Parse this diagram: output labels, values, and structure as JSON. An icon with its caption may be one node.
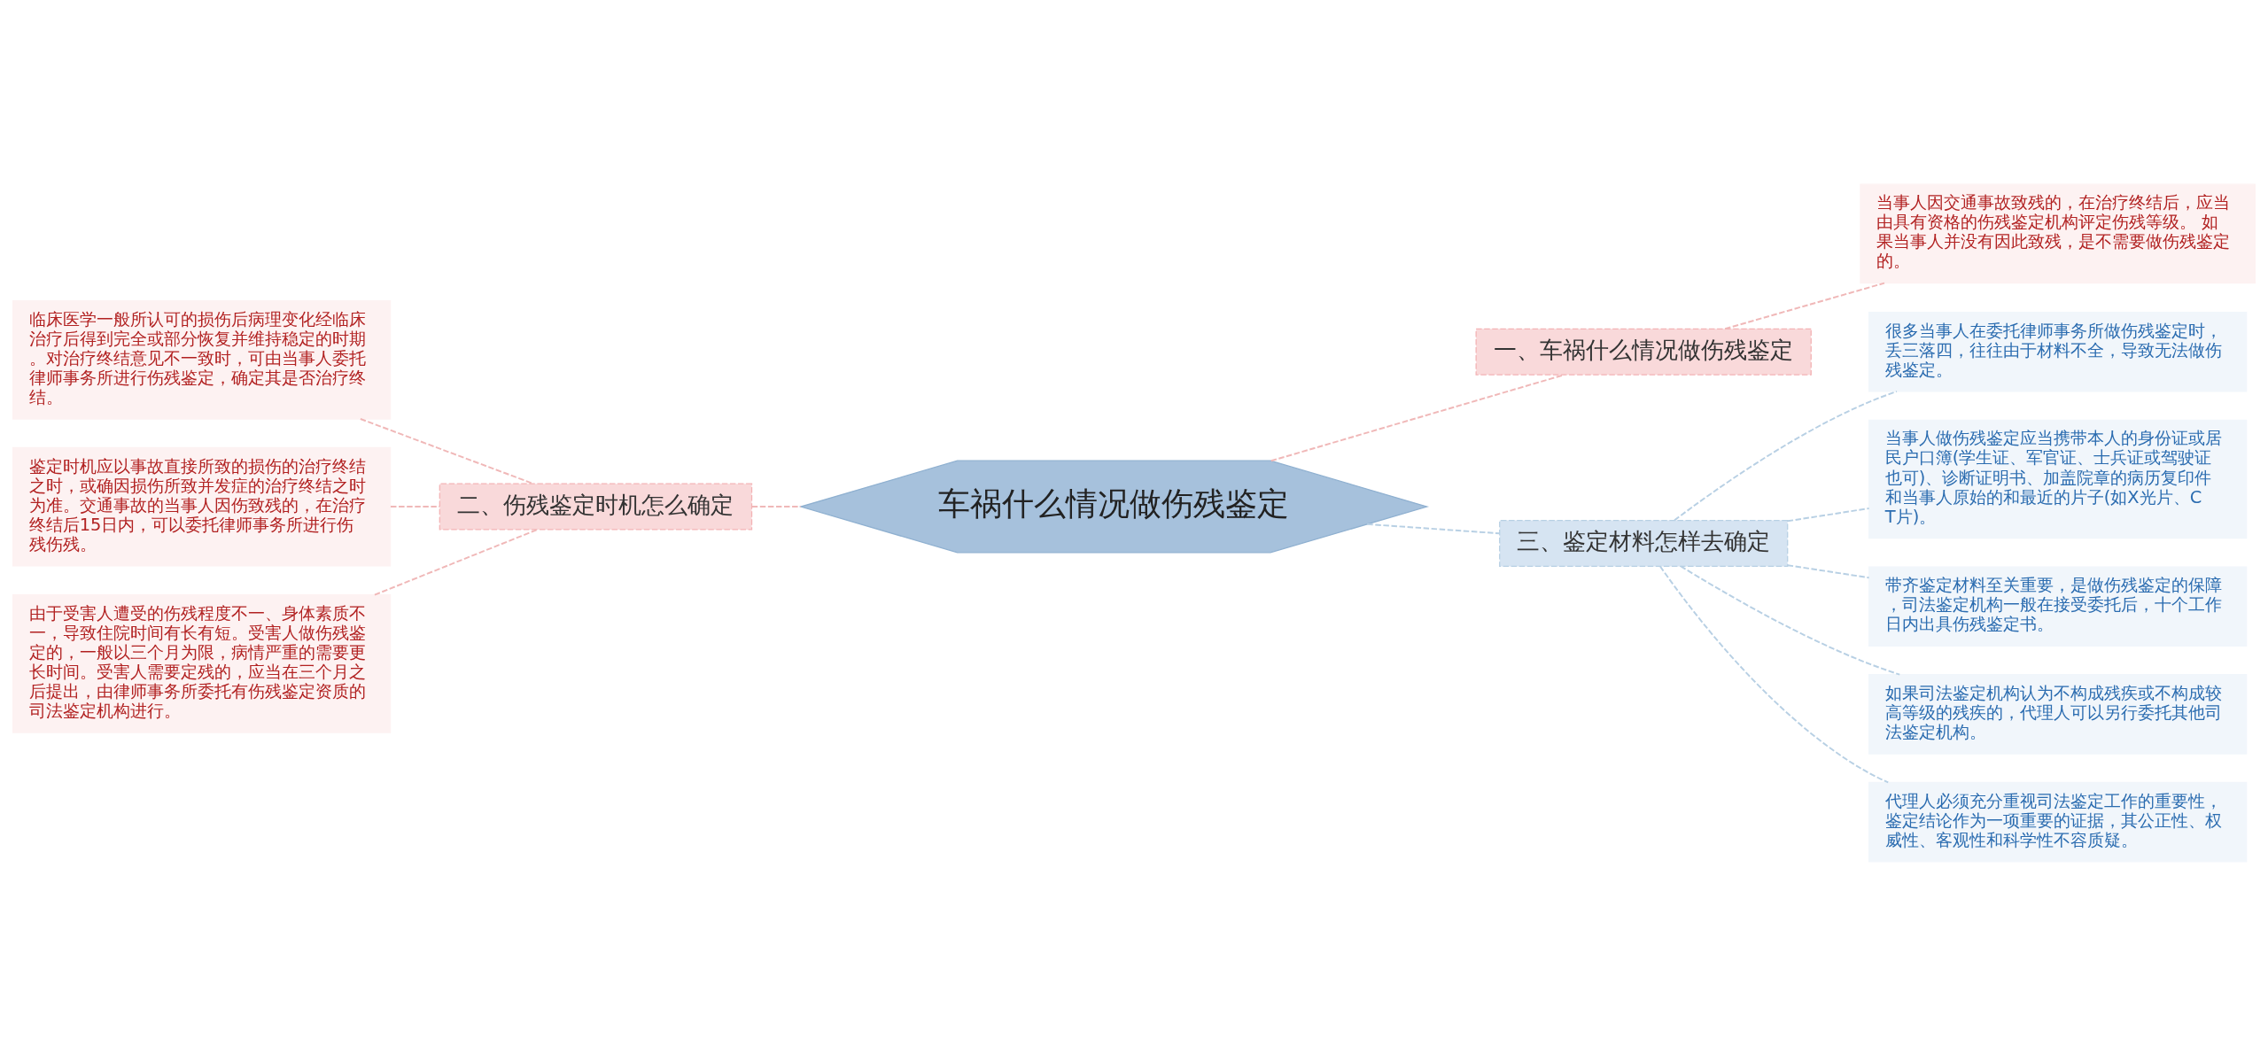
{
  "diagram": {
    "nodes": [
      {
        "text": [
          "车祸什么情况做伤残鉴定"
        ]
      },
      {
        "text": [
          "一、车祸什么情况做伤残鉴定"
        ]
      },
      {
        "text": [
          "当事人因交通事故致残的，在治疗终结后，应当由具有资格的伤残鉴定机构评定伤残等级。 如果当事人并没有因此致残，是不需要做伤残鉴定的。"
        ]
      },
      {
        "text": [
          "二、伤残鉴定时机怎么确定"
        ]
      },
      {
        "text": [
          "临床医学一般所认可的损伤后病理变化经临床治疗后得到完全或部分恢复并维持稳定的时期。对治疗终结意见不一致时，可由当事人委托律师事务所进行伤残鉴定，确定其是否治疗终结。"
        ]
      },
      {
        "text": [
          "鉴定时机应以事故直接所致的损伤的治疗终结之时，或确因损伤所致并发症的治疗终结之时为准。交通事故的当事人因伤致残的，在治疗终结后15日内，可以委托律师事务所进行伤残伤残。"
        ]
      },
      {
        "text": [
          "由于受害人遭受的伤残程度不一、身体素质不一，导致住院时间有长有短。受害人做伤残鉴定的，一般以三个月为限，病情严重的需要更长时间。受害人需要定残的，应当在三个月之后提出，由律师事务所委托有伤残鉴定资质的司法鉴定机构进行。"
        ]
      },
      {
        "text": [
          "三、鉴定材料怎样去确定"
        ]
      },
      {
        "text": [
          "很多当事人在委托律师事务所做伤残鉴定时，丢三落四，往往由于材料不全，导致无法做伤残鉴定。"
        ]
      },
      {
        "text": [
          "当事人做伤残鉴定应当携带本人的身份证或居民户口簿(学生证、军官证、士兵证或驾驶证也可)、诊断证明书、加盖院章的病历复印件和当事人原始的和最近的片子(如X光片、CT片)。"
        ]
      },
      {
        "text": [
          "带齐鉴定材料至关重要，是做伤残鉴定的保障，司法鉴定机构一般在接受委托后，十个工作日内出具伤残鉴定书。"
        ]
      },
      {
        "text": [
          "如果司法鉴定机构认为不构成残疾或不构成较高等级的残疾的，代理人可以另行委托其他司法鉴定机构。"
        ]
      },
      {
        "text": [
          "代理人必须充分重视司法鉴定工作的重要性，鉴定结论作为一项重要的证据，其公正性、权威性、客观性和科学性不容质疑。"
        ]
      }
    ],
    "edges": [
      {
        "from": 0,
        "to": 1,
        "arrow": "none",
        "style": "dashed",
        "color": "#f0b8b8"
      },
      {
        "from": 1,
        "to": 2,
        "arrow": "none",
        "style": "dashed",
        "color": "#f0b8b8"
      },
      {
        "from": 0,
        "to": 3,
        "arrow": "none",
        "style": "dashed",
        "color": "#f0b8b8"
      },
      {
        "from": 3,
        "to": 4,
        "arrow": "none",
        "style": "dashed",
        "color": "#f0b8b8"
      },
      {
        "from": 3,
        "to": 5,
        "arrow": "none",
        "style": "dashed",
        "color": "#f0b8b8"
      },
      {
        "from": 3,
        "to": 6,
        "arrow": "none",
        "style": "dashed",
        "color": "#f0b8b8"
      },
      {
        "from": 0,
        "to": 7,
        "arrow": "none",
        "style": "dashed",
        "color": "#b8d0e4"
      },
      {
        "from": 7,
        "to": 8,
        "arrow": "none",
        "style": "dashed",
        "color": "#b8d0e4"
      },
      {
        "from": 7,
        "to": 9,
        "arrow": "none",
        "style": "dashed",
        "color": "#b8d0e4"
      },
      {
        "from": 7,
        "to": 10,
        "arrow": "none",
        "style": "dashed",
        "color": "#b8d0e4"
      },
      {
        "from": 7,
        "to": 11,
        "arrow": "none",
        "style": "dashed",
        "color": "#b8d0e4"
      },
      {
        "from": 7,
        "to": 12,
        "arrow": "none",
        "style": "dashed",
        "color": "#b8d0e4"
      }
    ]
  }
}
